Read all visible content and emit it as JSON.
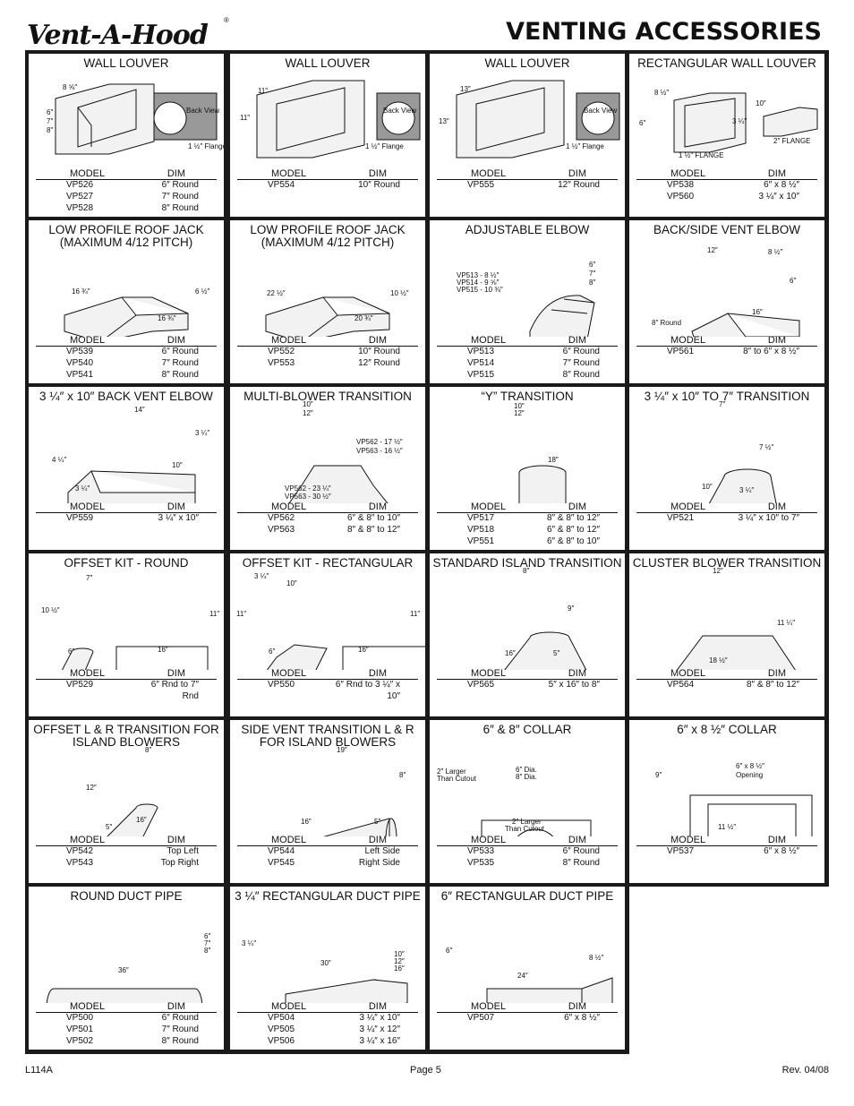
{
  "header": {
    "brand": "Vent-A-Hood",
    "registered": "®",
    "title": "VENTING ACCESSORIES"
  },
  "cells": [
    {
      "title": "WALL LOUVER",
      "labels": [
        "8 ⅝″",
        "6″",
        "7″",
        "8″",
        "Back View",
        "1 ½″ Flange"
      ],
      "rows": [
        [
          "VP526",
          "6″ Round"
        ],
        [
          "VP527",
          "7″ Round"
        ],
        [
          "VP528",
          "8″ Round"
        ]
      ]
    },
    {
      "title": "WALL LOUVER",
      "labels": [
        "11″",
        "11″",
        "Back View",
        "1 ½″ Flange"
      ],
      "rows": [
        [
          "VP554",
          "10″ Round"
        ]
      ]
    },
    {
      "title": "WALL LOUVER",
      "labels": [
        "13″",
        "13″",
        "Back View",
        "1 ½″ Flange"
      ],
      "rows": [
        [
          "VP555",
          "12″ Round"
        ]
      ]
    },
    {
      "title": "RECTANGULAR WALL LOUVER",
      "labels": [
        "8 ½″",
        "6″",
        "10″",
        "3 ¼″",
        "1 ½″ FLANGE",
        "2″ FLANGE"
      ],
      "rows": [
        [
          "VP538",
          "6″ x 8 ½″"
        ],
        [
          "VP560",
          "3 ¼″ x 10″"
        ]
      ]
    },
    {
      "title": "LOW PROFILE ROOF JACK (MAXIMUM 4/12 PITCH)",
      "labels": [
        "16 ¾″",
        "6 ½″",
        "16 ¾″"
      ],
      "rows": [
        [
          "VP539",
          "6″ Round"
        ],
        [
          "VP540",
          "7″ Round"
        ],
        [
          "VP541",
          "8″ Round"
        ]
      ]
    },
    {
      "title": "LOW PROFILE ROOF JACK (MAXIMUM 4/12 PITCH)",
      "labels": [
        "22 ½″",
        "10 ½″",
        "20 ¾″"
      ],
      "rows": [
        [
          "VP552",
          "10″ Round"
        ],
        [
          "VP553",
          "12″ Round"
        ]
      ]
    },
    {
      "title": "ADJUSTABLE ELBOW",
      "labels": [
        "VP513 - 8 ½″",
        "VP514 - 9 ⅝″",
        "VP515 - 10 ⅜″",
        "6″",
        "7″",
        "8″"
      ],
      "rows": [
        [
          "VP513",
          "6″ Round"
        ],
        [
          "VP514",
          "7″ Round"
        ],
        [
          "VP515",
          "8″ Round"
        ]
      ]
    },
    {
      "title": "BACK/SIDE VENT ELBOW",
      "labels": [
        "12″",
        "8 ½″",
        "6″",
        "16″",
        "8″ Round"
      ],
      "rows": [
        [
          "VP561",
          "8″ to 6″ x 8 ½″"
        ]
      ]
    },
    {
      "title": "3 ¼″ x 10″ BACK VENT ELBOW",
      "labels": [
        "14″",
        "3 ¼″",
        "4 ¼″",
        "10″",
        "3 ¼″"
      ],
      "rows": [
        [
          "VP559",
          "3 ¼″ x 10″"
        ]
      ]
    },
    {
      "title": "MULTI-BLOWER TRANSITION",
      "labels": [
        "10″",
        "12″",
        "VP562 - 17 ½″",
        "VP563 - 16 ½″",
        "VP562 - 23 ¼″",
        "VP563 - 30 ½″"
      ],
      "rows": [
        [
          "VP562",
          "6″ & 8″ to 10″"
        ],
        [
          "VP563",
          "8″ & 8″ to 12″"
        ]
      ]
    },
    {
      "title": "“Y” TRANSITION",
      "labels": [
        "10″",
        "12″",
        "18″"
      ],
      "rows": [
        [
          "VP517",
          "8″ & 8″ to 12″"
        ],
        [
          "VP518",
          "6″ & 8″ to 12″"
        ],
        [
          "VP551",
          "6″ & 8″ to 10″"
        ]
      ]
    },
    {
      "title": "3 ¼″ x 10″ TO 7″ TRANSITION",
      "labels": [
        "7″",
        "7 ½″",
        "10″",
        "3 ¼″"
      ],
      "rows": [
        [
          "VP521",
          "3 ¼″ x 10″ to 7″"
        ]
      ]
    },
    {
      "title": "OFFSET KIT - ROUND",
      "labels": [
        "7″",
        "10 ½″",
        "6″",
        "11″",
        "16″"
      ],
      "rows": [
        [
          "VP529",
          "6″ Rnd to 7″ Rnd"
        ]
      ]
    },
    {
      "title": "OFFSET KIT - RECTANGULAR",
      "labels": [
        "3 ¼″",
        "10″",
        "11″",
        "6″",
        "11″",
        "16″"
      ],
      "rows": [
        [
          "VP550",
          "6″ Rnd to 3 ¼″ x 10″"
        ]
      ]
    },
    {
      "title": "STANDARD ISLAND TRANSITION",
      "labels": [
        "8″",
        "9″",
        "16″",
        "5″"
      ],
      "rows": [
        [
          "VP565",
          "5″ x 16″ to 8″"
        ]
      ]
    },
    {
      "title": "CLUSTER BLOWER TRANSITION",
      "labels": [
        "12″",
        "11 ¼″",
        "18 ½″"
      ],
      "rows": [
        [
          "VP564",
          "8″ & 8″ to 12″"
        ]
      ]
    },
    {
      "title": "OFFSET L & R TRANSITION FOR ISLAND BLOWERS",
      "labels": [
        "8″",
        "12″",
        "16″",
        "5″"
      ],
      "rows": [
        [
          "VP542",
          "Top Left"
        ],
        [
          "VP543",
          "Top Right"
        ]
      ]
    },
    {
      "title": "SIDE VENT TRANSITION L & R FOR ISLAND BLOWERS",
      "labels": [
        "19″",
        "8″",
        "16″",
        "5″"
      ],
      "rows": [
        [
          "VP544",
          "Left Side"
        ],
        [
          "VP545",
          "Right Side"
        ]
      ]
    },
    {
      "title": "6″ & 8″ COLLAR",
      "labels": [
        "2″ Larger",
        "Than Cutout",
        "6″ Dia.",
        "8″ Dia.",
        "2″ Larger",
        "Than Cutout"
      ],
      "rows": [
        [
          "VP533",
          "6″ Round"
        ],
        [
          "VP535",
          "8″ Round"
        ]
      ]
    },
    {
      "title": "6″ x 8 ½″ COLLAR",
      "labels": [
        "9″",
        "6″ x 8 ½″",
        "Opening",
        "11 ½″"
      ],
      "rows": [
        [
          "VP537",
          "6″ x 8 ½″"
        ]
      ]
    },
    {
      "title": "ROUND DUCT PIPE",
      "labels": [
        "6″",
        "7″",
        "8″",
        "36″"
      ],
      "rows": [
        [
          "VP500",
          "6″ Round"
        ],
        [
          "VP501",
          "7″ Round"
        ],
        [
          "VP502",
          "8″ Round"
        ]
      ]
    },
    {
      "title": "3 ¼″ RECTANGULAR DUCT PIPE",
      "labels": [
        "3 ¼″",
        "30″",
        "10″",
        "12″",
        "16″"
      ],
      "rows": [
        [
          "VP504",
          "3 ¼″ x 10″"
        ],
        [
          "VP505",
          "3 ¼″ x 12″"
        ],
        [
          "VP506",
          "3 ¼″ x 16″"
        ]
      ]
    },
    {
      "title": "6″ RECTANGULAR DUCT PIPE",
      "labels": [
        "6″",
        "24″",
        "8 ½″"
      ],
      "rows": [
        [
          "VP507",
          "6″ x 8 ½″"
        ]
      ]
    }
  ],
  "table_headers": {
    "model": "MODEL",
    "dim": "DIM"
  },
  "footer": {
    "left": "L114A",
    "center": "Page 5",
    "right": "Rev. 04/08"
  }
}
